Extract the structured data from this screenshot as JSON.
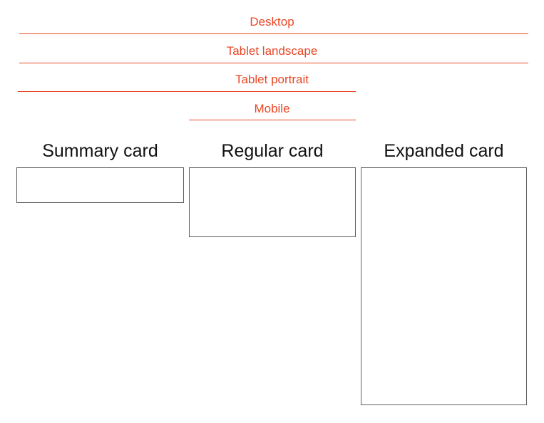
{
  "theme": {
    "background": "#ffffff",
    "accent": "#ea4726",
    "card_border": "#5f5f5f",
    "heading_color": "#111111"
  },
  "breakpoints": {
    "items": [
      {
        "label": "Desktop"
      },
      {
        "label": "Tablet landscape"
      },
      {
        "label": "Tablet portrait"
      },
      {
        "label": "Mobile"
      }
    ]
  },
  "cards": {
    "items": [
      {
        "title": "Summary card"
      },
      {
        "title": "Regular card"
      },
      {
        "title": "Expanded card"
      }
    ]
  }
}
